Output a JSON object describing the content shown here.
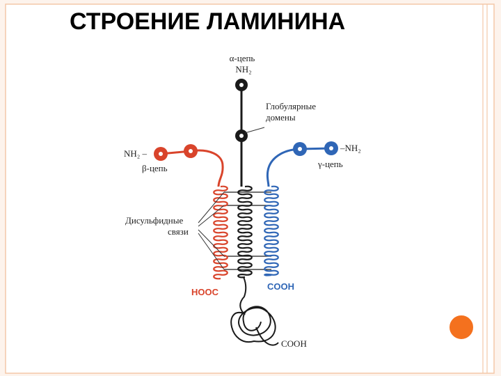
{
  "slide": {
    "title": "СТРОЕНИЕ ЛАМИНИНА"
  },
  "labels": {
    "alpha_chain": "α-цепь",
    "alpha_nh2": "NH₂",
    "globular_1": "Глобулярные",
    "globular_2": "домены",
    "beta_nh2": "NH₂ –",
    "beta_chain": "β-цепь",
    "gamma_nh2": "–NH₂",
    "gamma_chain": "γ-цепь",
    "disulfide_1": "Дисульфидные",
    "disulfide_2": "связи",
    "hooc": "HOOC",
    "cooh_blue": "COOH",
    "cooh_black": "COOH"
  },
  "colors": {
    "background": "#fdf3ec",
    "frame": "#f4c8a8",
    "red_chain": "#d9442b",
    "blue_chain": "#2f66b6",
    "black_chain": "#1a1a1a",
    "accent_circle": "#f4711e"
  },
  "icons": {
    "corner_decoration": "orange-circle"
  }
}
